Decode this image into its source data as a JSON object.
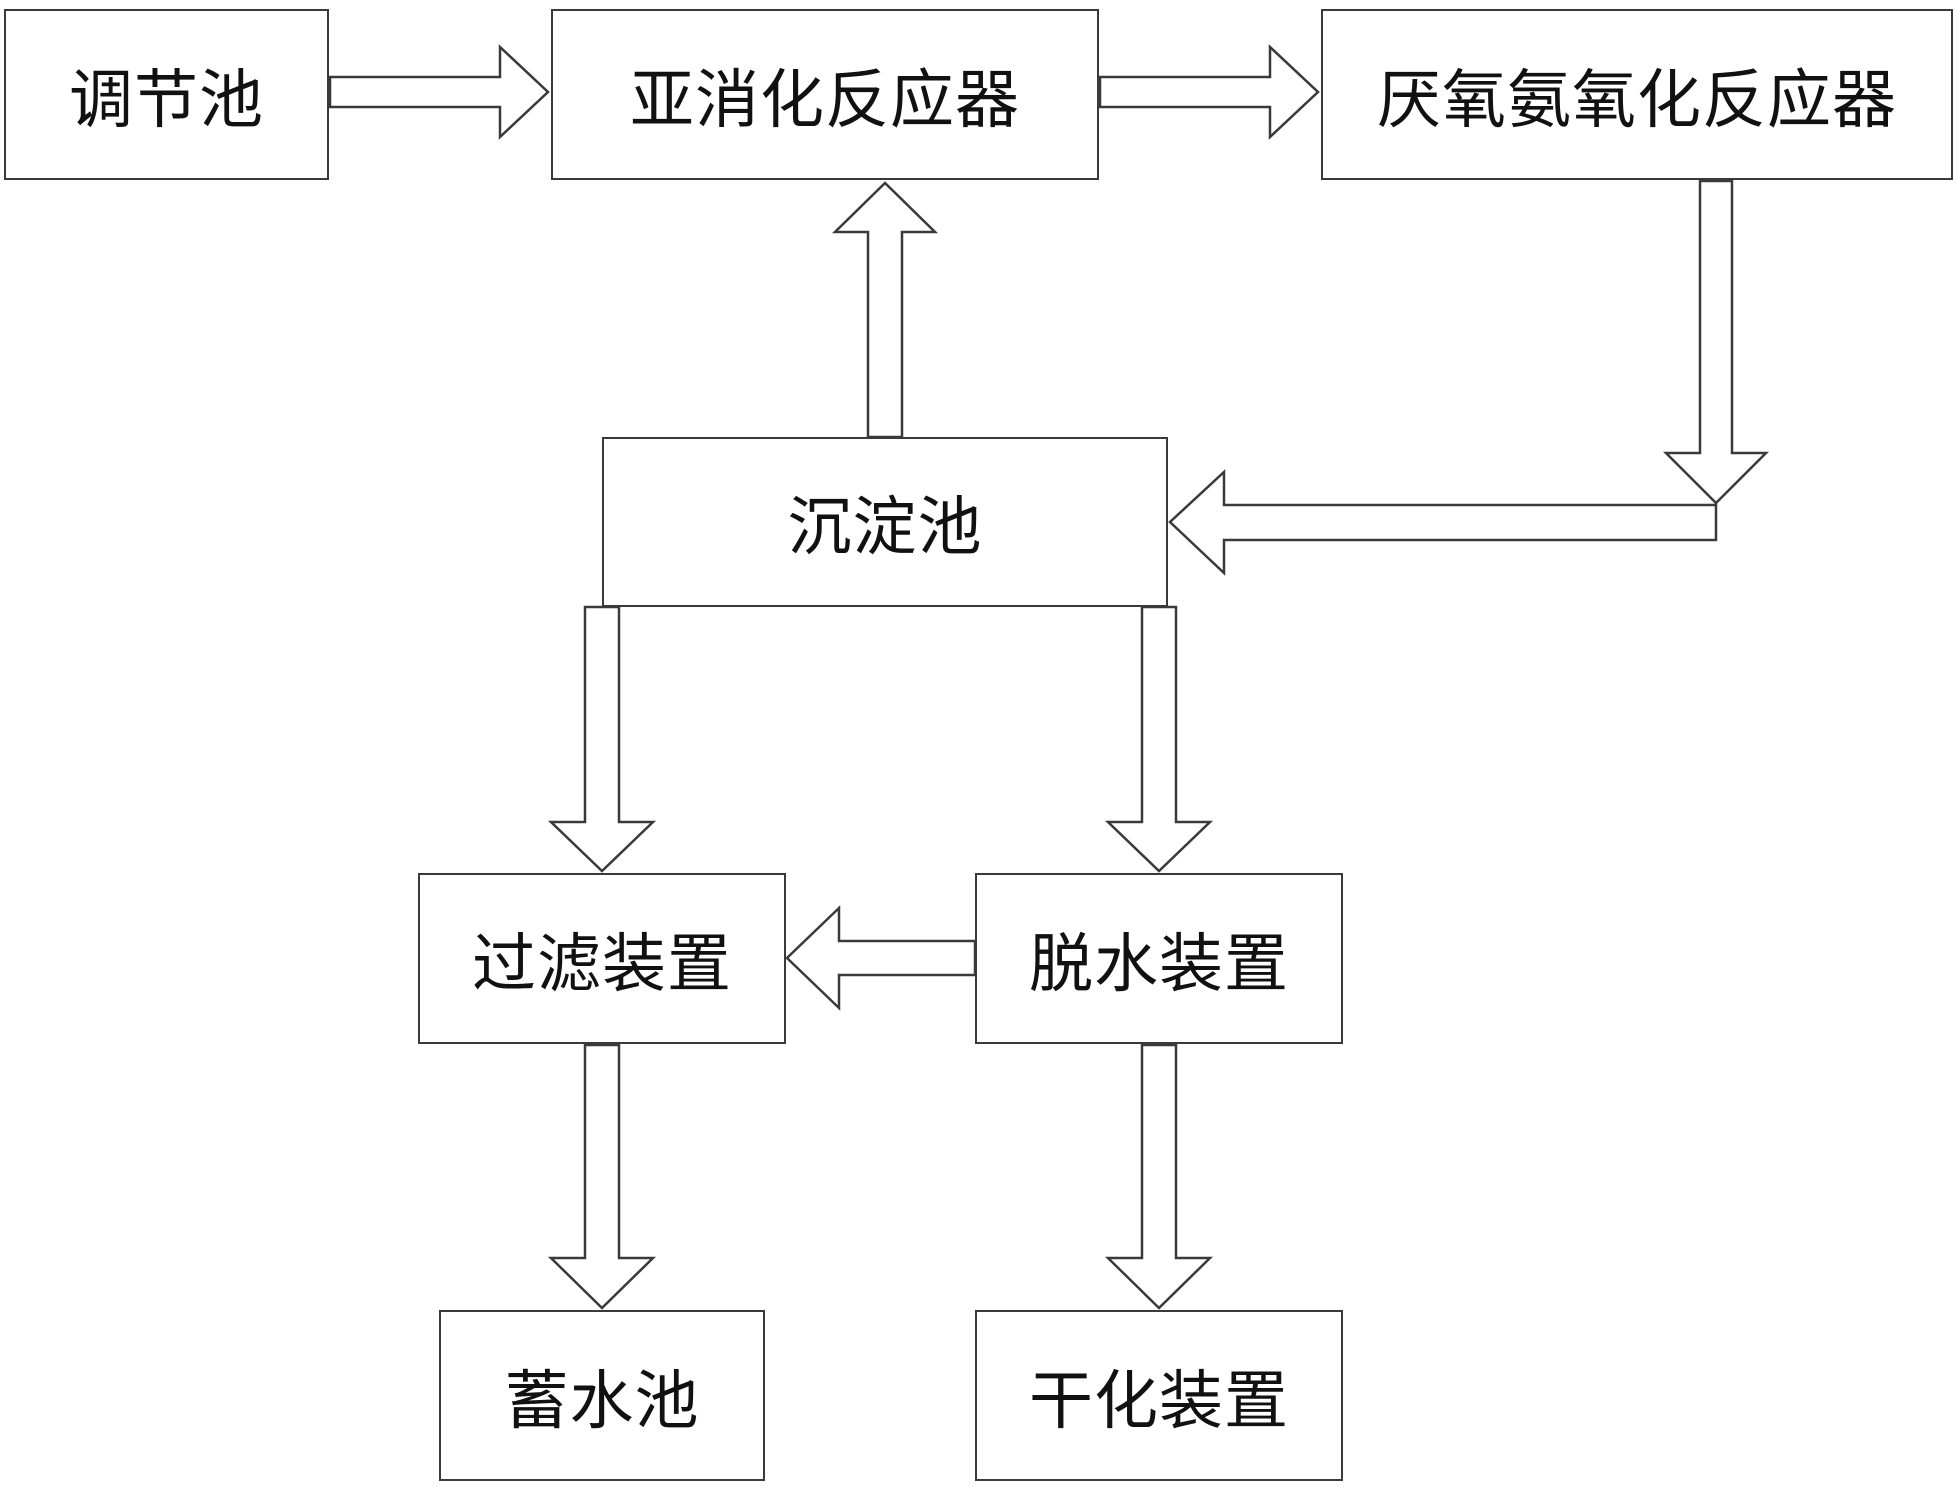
{
  "diagram": {
    "nodes": {
      "regulating_tank": "调节池",
      "nitritation_reactor": "亚消化反应器",
      "anammox_reactor": "厌氧氨氧化反应器",
      "sedimentation_tank": "沉淀池",
      "filtration_device": "过滤装置",
      "dewatering_device": "脱水装置",
      "storage_tank": "蓄水池",
      "drying_device": "干化装置"
    },
    "edges": [
      {
        "from": "调节池",
        "to": "亚消化反应器"
      },
      {
        "from": "亚消化反应器",
        "to": "厌氧氨氧化反应器"
      },
      {
        "from": "厌氧氨氧化反应器",
        "to": "沉淀池"
      },
      {
        "from": "沉淀池",
        "to": "亚消化反应器"
      },
      {
        "from": "沉淀池",
        "to": "过滤装置"
      },
      {
        "from": "沉淀池",
        "to": "脱水装置"
      },
      {
        "from": "脱水装置",
        "to": "过滤装置"
      },
      {
        "from": "过滤装置",
        "to": "蓄水池"
      },
      {
        "from": "脱水装置",
        "to": "干化装置"
      }
    ],
    "colors": {
      "stroke": "#3a3a3a",
      "fill": "#ffffff",
      "text": "#111111"
    }
  }
}
